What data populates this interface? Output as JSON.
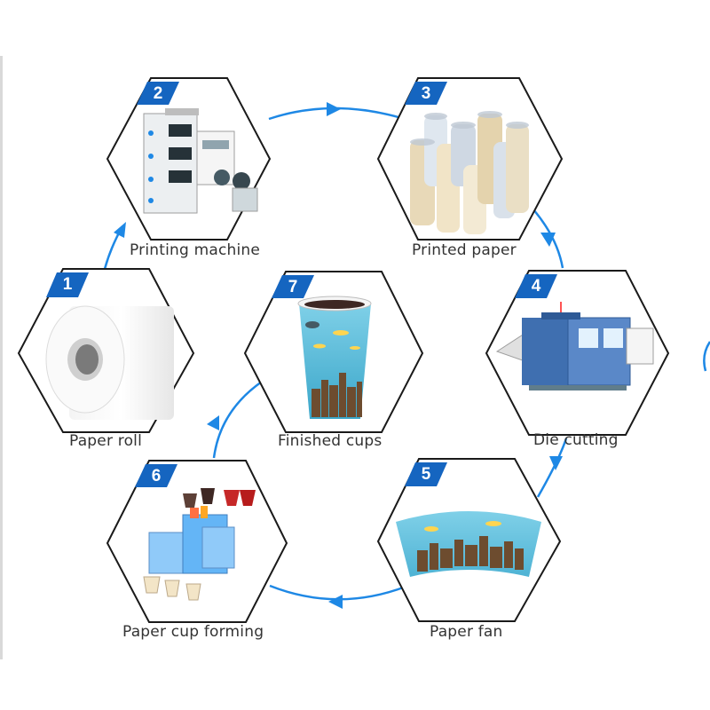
{
  "steps": [
    {
      "number": "1",
      "label": "Paper roll",
      "icon": "paper-roll-icon"
    },
    {
      "number": "2",
      "label": "Printing machine",
      "icon": "printing-machine-icon"
    },
    {
      "number": "3",
      "label": "Printed paper",
      "icon": "printed-paper-rolls-icon"
    },
    {
      "number": "4",
      "label": "Die cutting",
      "icon": "die-cutting-machine-icon"
    },
    {
      "number": "5",
      "label": "Paper fan",
      "icon": "paper-fan-icon"
    },
    {
      "number": "6",
      "label": "Paper cup forming",
      "icon": "cup-forming-machine-icon"
    },
    {
      "number": "7",
      "label": "Finished cups",
      "icon": "finished-cup-icon"
    }
  ],
  "colors": {
    "badge": "#1565c0",
    "arrow": "#1e88e5",
    "hex_outline": "#1a1a1a",
    "label": "#333333"
  }
}
